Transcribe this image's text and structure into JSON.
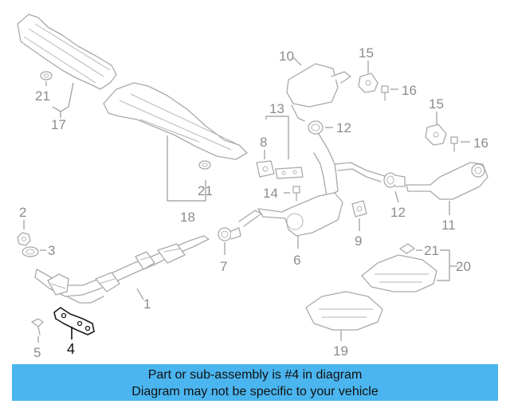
{
  "diagram": {
    "highlight_color": "#4bb5ef",
    "callouts": [
      {
        "id": "c17",
        "label": "17"
      },
      {
        "id": "c21a",
        "label": "21"
      },
      {
        "id": "c18",
        "label": "18"
      },
      {
        "id": "c21b",
        "label": "21"
      },
      {
        "id": "c10",
        "label": "10"
      },
      {
        "id": "c15a",
        "label": "15"
      },
      {
        "id": "c16a",
        "label": "16"
      },
      {
        "id": "c13",
        "label": "13"
      },
      {
        "id": "c8",
        "label": "8"
      },
      {
        "id": "c12a",
        "label": "12"
      },
      {
        "id": "c15b",
        "label": "15"
      },
      {
        "id": "c16b",
        "label": "16"
      },
      {
        "id": "c14",
        "label": "14"
      },
      {
        "id": "c12b",
        "label": "12"
      },
      {
        "id": "c11",
        "label": "11"
      },
      {
        "id": "c9",
        "label": "9"
      },
      {
        "id": "c6",
        "label": "6"
      },
      {
        "id": "c2",
        "label": "2"
      },
      {
        "id": "c3",
        "label": "3"
      },
      {
        "id": "c7",
        "label": "7"
      },
      {
        "id": "c1",
        "label": "1"
      },
      {
        "id": "c21c",
        "label": "21"
      },
      {
        "id": "c20",
        "label": "20"
      },
      {
        "id": "c5",
        "label": "5"
      },
      {
        "id": "c4",
        "label": "4"
      },
      {
        "id": "c19",
        "label": "19"
      }
    ]
  },
  "banner": {
    "line1": "Part or sub-assembly is #4 in diagram",
    "line2": "Diagram may not be specific to your vehicle"
  }
}
